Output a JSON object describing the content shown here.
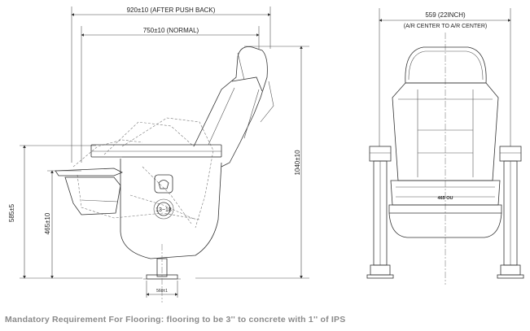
{
  "side_view": {
    "dim_push_back": "920±10 (AFTER PUSH BACK)",
    "dim_normal": "750±10 (NORMAL)",
    "dim_total_height": "1040±10",
    "dim_armrest_height": "585±5",
    "dim_seat_height": "465±10",
    "dim_base": "560±1",
    "pivot_label": "13~18"
  },
  "front_view": {
    "dim_width": "559 (22INCH)",
    "dim_width_note": "(A/R CENTER TO A/R CENTER)",
    "dim_seat_width": "465 OU"
  },
  "caption": "Mandatory Requirement For Flooring: flooring to be 3'' to concrete with 1'' of IPS"
}
